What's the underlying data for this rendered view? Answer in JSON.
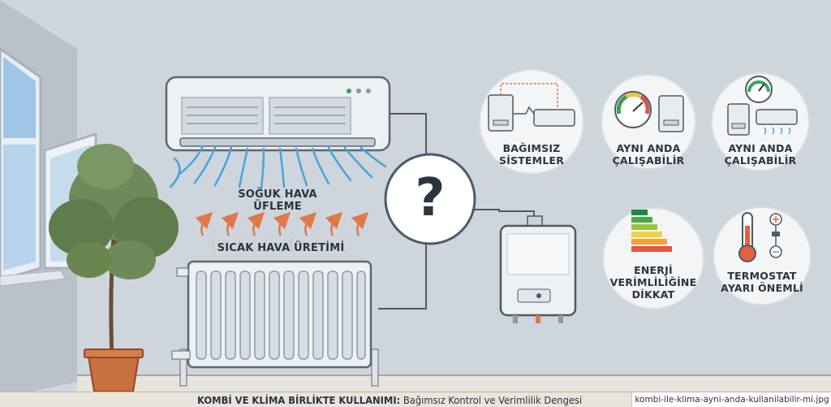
{
  "labels": {
    "cold_air": "SOĞUK HAVA ÜFLEME",
    "hot_air": "SICAK HAVA ÜRETİMİ",
    "question": "?"
  },
  "cards": [
    {
      "line1": "BAĞIMSIZ",
      "line2": "SİSTEMLER",
      "line3": ""
    },
    {
      "line1": "AYNI ANDA",
      "line2": "ÇALIŞABİLİR",
      "line3": ""
    },
    {
      "line1": "AYNI ANDA",
      "line2": "ÇALIŞABİLİR",
      "line3": ""
    },
    {
      "line1": "ENERJİ",
      "line2": "VERİMLİLİĞİNE",
      "line3": "DİKKAT"
    },
    {
      "line1": "TERMOSTAT",
      "line2": "AYARI ÖNEMLİ",
      "line3": ""
    }
  ],
  "caption": {
    "bold": "KOMBİ VE KLİMA BİRLİKTE KULLANIMI:",
    "rest": " Bağımsız Kontrol ve Verimlilik Dengesi"
  },
  "filename": "kombi-ile-klima-ayni-anda-kullanilabilir-mi.jpg",
  "colors": {
    "wall": "#cfd6de",
    "air_blue": "#4aa3d8",
    "heat_orange": "#e0784a",
    "ink": "#2c3440"
  }
}
